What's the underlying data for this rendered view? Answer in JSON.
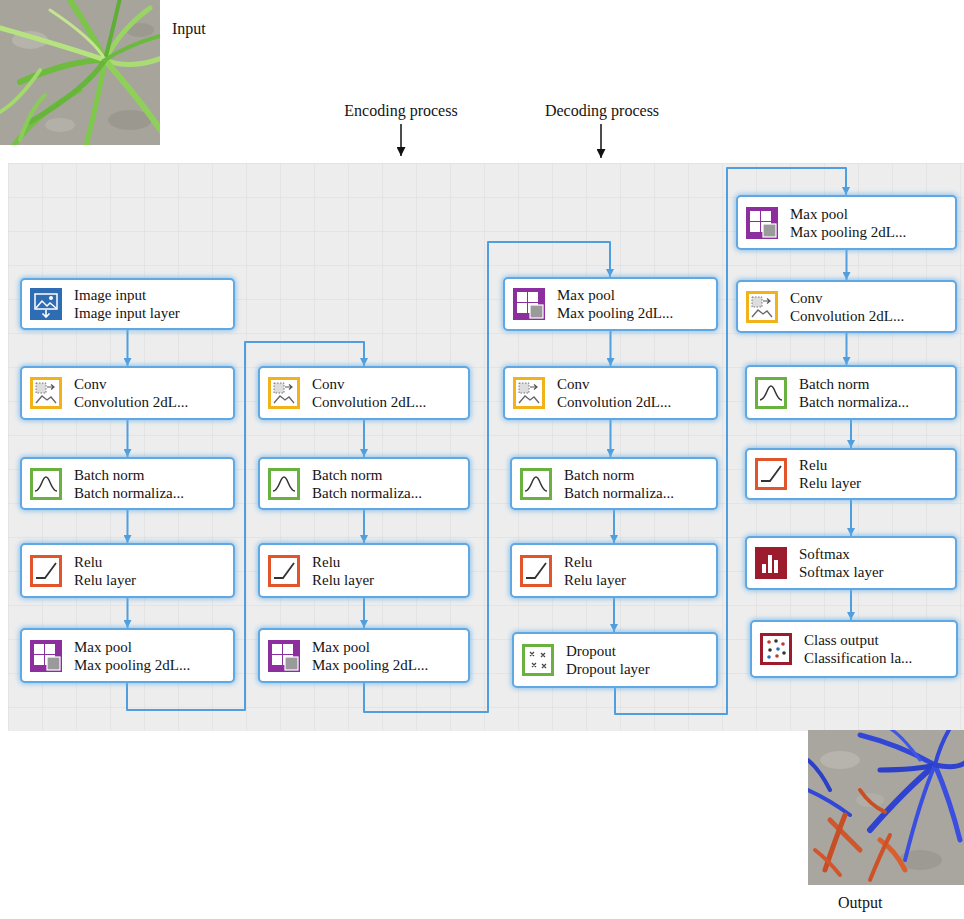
{
  "diagram": {
    "nodes": [
      {
        "text": [
          "Image input",
          "Image input layer"
        ]
      },
      {
        "text": [
          "Conv",
          "Convolution 2dL..."
        ]
      },
      {
        "text": [
          "Batch norm",
          "Batch normaliza..."
        ]
      },
      {
        "text": [
          "Relu",
          "Relu layer"
        ]
      },
      {
        "text": [
          "Max pool",
          "Max pooling 2dL..."
        ]
      },
      {
        "text": [
          "Conv",
          "Convolution 2dL..."
        ]
      },
      {
        "text": [
          "Batch norm",
          "Batch normaliza..."
        ]
      },
      {
        "text": [
          "Relu",
          "Relu layer"
        ]
      },
      {
        "text": [
          "Max pool",
          "Max pooling 2dL..."
        ]
      },
      {
        "text": [
          "Max pool",
          "Max pooling 2dL..."
        ]
      },
      {
        "text": [
          "Conv",
          "Convolution 2dL..."
        ]
      },
      {
        "text": [
          "Batch norm",
          "Batch normaliza..."
        ]
      },
      {
        "text": [
          "Relu",
          "Relu layer"
        ]
      },
      {
        "text": [
          "Dropout",
          "Dropout layer"
        ]
      },
      {
        "text": [
          "Max pool",
          "Max pooling 2dL..."
        ]
      },
      {
        "text": [
          "Conv",
          "Convolution 2dL..."
        ]
      },
      {
        "text": [
          "Batch norm",
          "Batch normaliza..."
        ]
      },
      {
        "text": [
          "Relu",
          "Relu layer"
        ]
      },
      {
        "text": [
          "Softmax",
          "Softmax layer"
        ]
      },
      {
        "text": [
          "Class output",
          "Classification la..."
        ]
      }
    ],
    "edges": [
      {
        "from": 0,
        "to": 1,
        "arrow": "to"
      },
      {
        "from": 1,
        "to": 2,
        "arrow": "to"
      },
      {
        "from": 2,
        "to": 3,
        "arrow": "to"
      },
      {
        "from": 3,
        "to": 4,
        "arrow": "to"
      },
      {
        "from": 4,
        "to": 5,
        "arrow": "to"
      },
      {
        "from": 5,
        "to": 6,
        "arrow": "to"
      },
      {
        "from": 6,
        "to": 7,
        "arrow": "to"
      },
      {
        "from": 7,
        "to": 8,
        "arrow": "to"
      },
      {
        "from": 8,
        "to": 9,
        "arrow": "to"
      },
      {
        "from": 9,
        "to": 10,
        "arrow": "to"
      },
      {
        "from": 10,
        "to": 11,
        "arrow": "to"
      },
      {
        "from": 11,
        "to": 12,
        "arrow": "to"
      },
      {
        "from": 12,
        "to": 13,
        "arrow": "to"
      },
      {
        "from": 13,
        "to": 14,
        "arrow": "to"
      },
      {
        "from": 14,
        "to": 15,
        "arrow": "to"
      },
      {
        "from": 15,
        "to": 16,
        "arrow": "to"
      },
      {
        "from": 16,
        "to": 17,
        "arrow": "to"
      },
      {
        "from": 17,
        "to": 18,
        "arrow": "to"
      },
      {
        "from": 18,
        "to": 19,
        "arrow": "to"
      }
    ],
    "labels": [
      "Input",
      "Encoding process",
      "Decoding process",
      "Output"
    ]
  }
}
